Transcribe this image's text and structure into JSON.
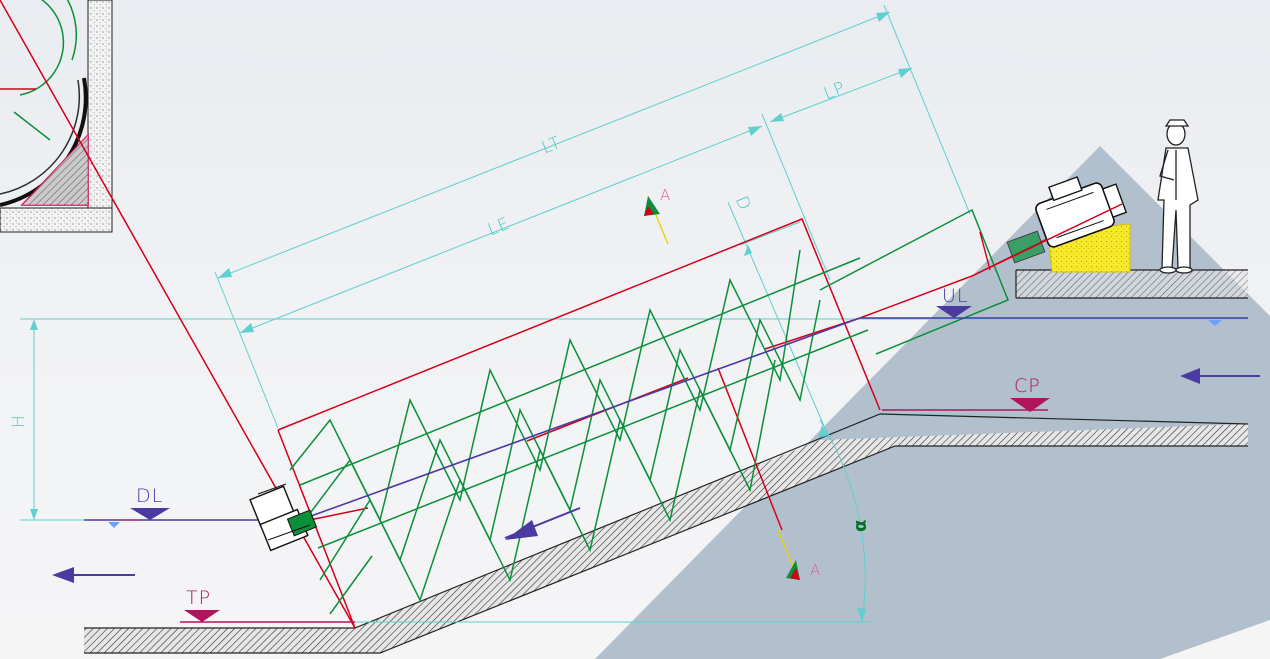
{
  "labels": {
    "LT": "LT",
    "LE": "LE",
    "LP": "LP",
    "D": "D",
    "H": "H",
    "UL": "UL",
    "DL": "DL",
    "CP": "CP",
    "TP": "TP",
    "section_top": "A",
    "section_bottom": "A",
    "angle": "α"
  },
  "colors": {
    "dimension": "#5fcfcf",
    "screw_outline": "#d4001a",
    "flight": "#0b8f3a",
    "water_level": "#4b3aa2",
    "channel_level": "#b0145a",
    "background_triangle": "#aebdcb",
    "motor_base": "#f2e21a"
  },
  "icons": {
    "flow_in_arrow": "arrow-left-icon",
    "flow_out_arrow": "arrow-left-icon",
    "flow_direction": "arrow-down-left-icon",
    "operator": "person-icon",
    "motor": "motor-icon",
    "bearing": "bearing-icon"
  }
}
